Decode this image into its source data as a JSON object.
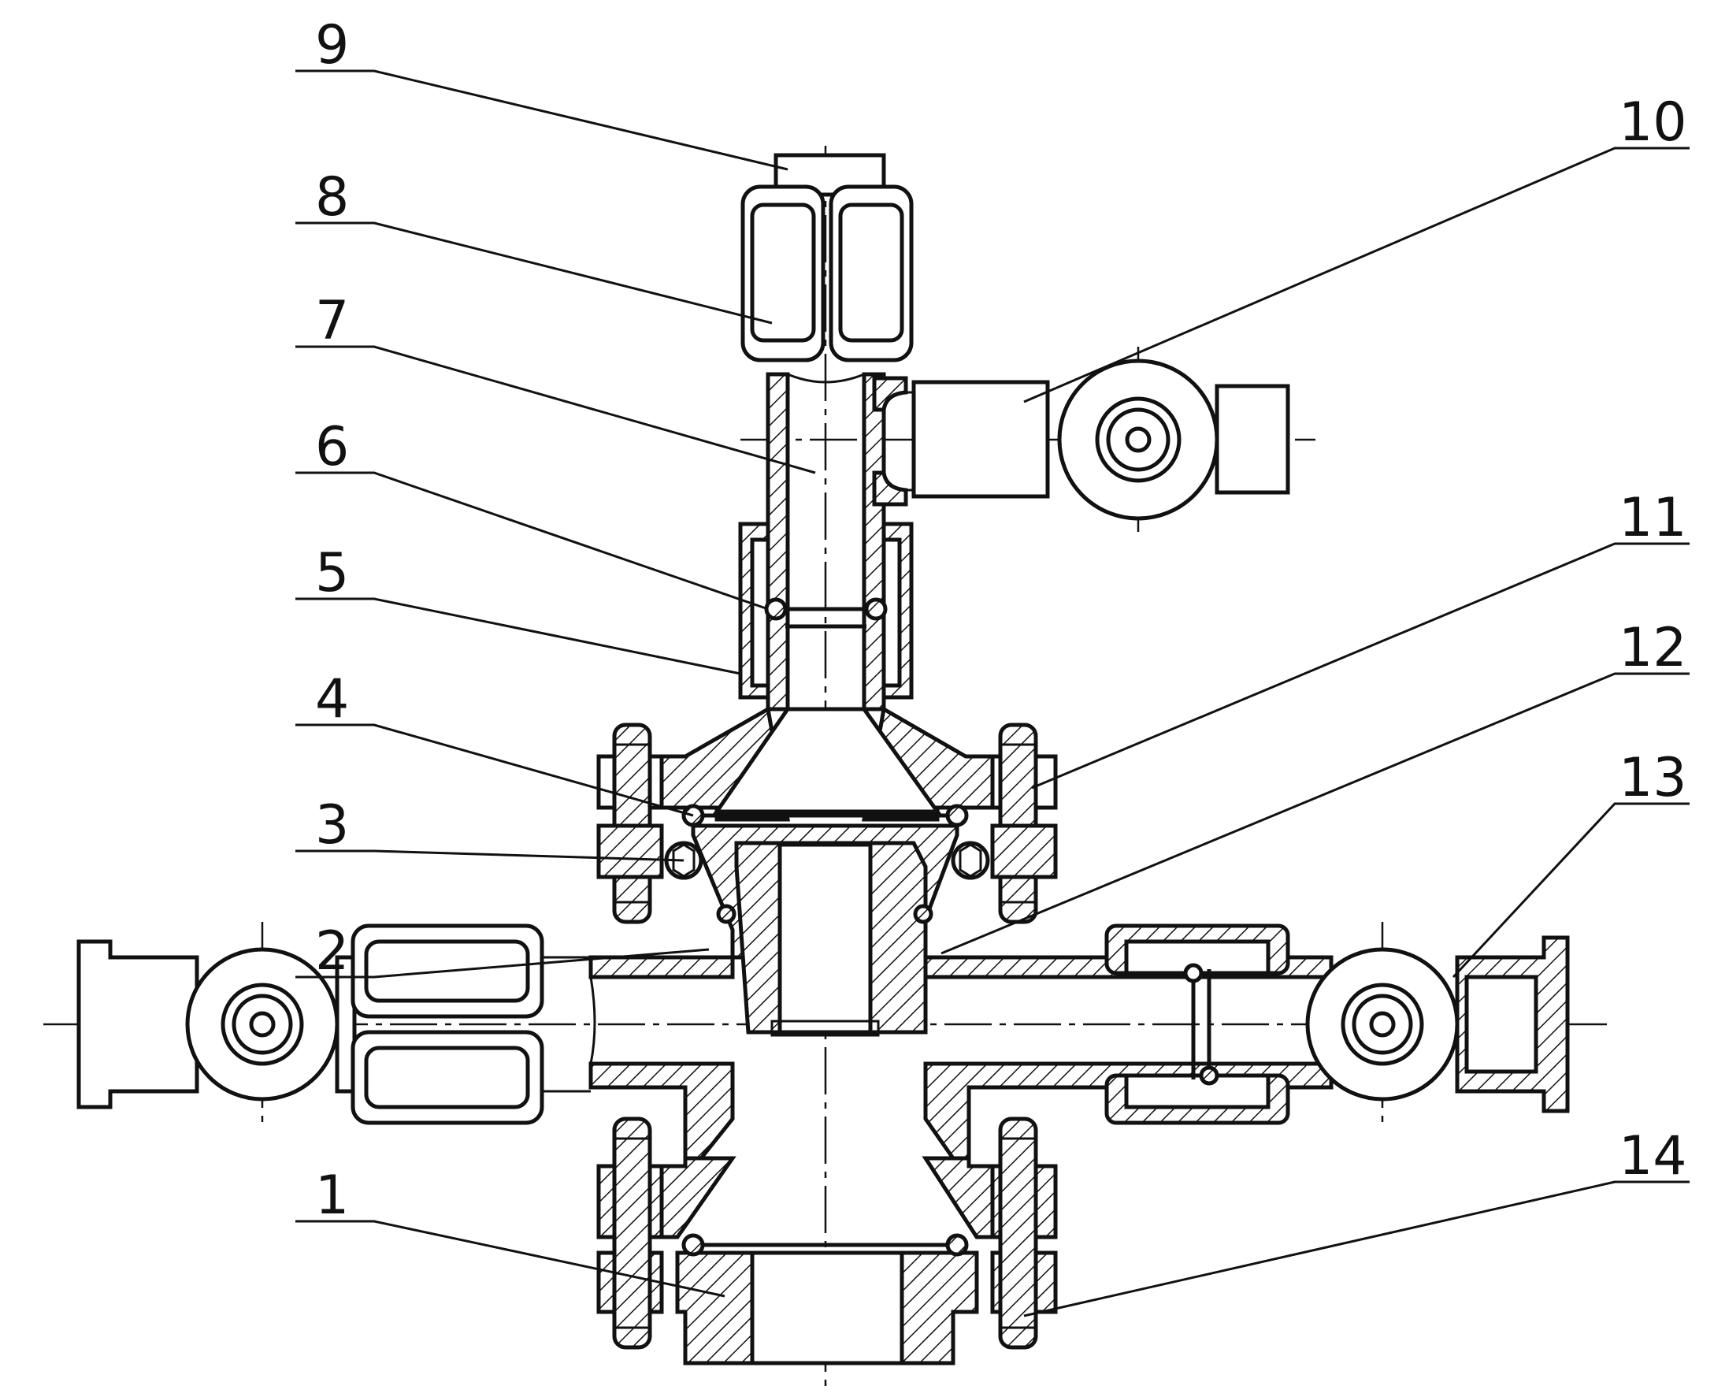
{
  "labels": {
    "l1": "1",
    "l2": "2",
    "l3": "3",
    "l4": "4",
    "l5": "5",
    "l6": "6",
    "l7": "7",
    "l8": "8",
    "l9": "9",
    "l10": "10",
    "l11": "11",
    "l12": "12",
    "l13": "13",
    "l14": "14"
  },
  "colors": {
    "ink": "#111111",
    "paper": "#ffffff"
  }
}
